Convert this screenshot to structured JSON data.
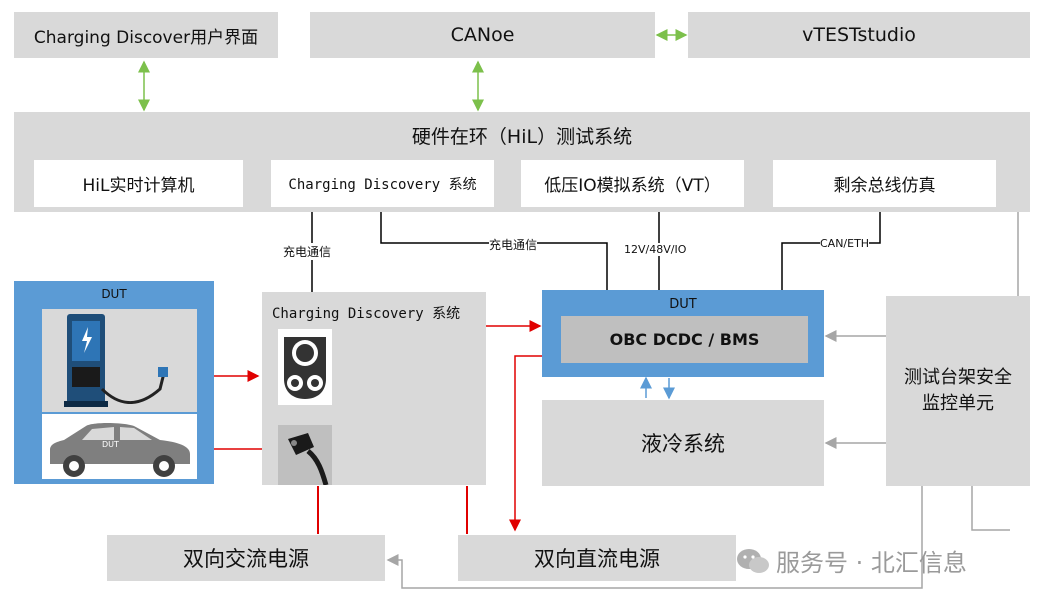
{
  "top": {
    "ui_label": "Charging Discover用户界面",
    "canoe_label": "CANoe",
    "vtest_label": "vTESTstudio"
  },
  "hil": {
    "title": "硬件在环（HiL）测试系统",
    "modules": [
      "HiL实时计算机",
      "Charging Discovery 系统",
      "低压IO模拟系统（VT）",
      "剩余总线仿真"
    ]
  },
  "connections": {
    "charge_comm_1": "充电通信",
    "charge_comm_2": "充电通信",
    "io": "12V/48V/IO",
    "can": "CAN/ETH"
  },
  "left_dut": {
    "label": "DUT",
    "car_label": "DUT"
  },
  "cd_system": {
    "title": "Charging Discovery 系统"
  },
  "center_dut": {
    "label": "DUT",
    "inner": "OBC DCDC / BMS"
  },
  "liquid": {
    "label": "液冷系统"
  },
  "safety": {
    "label_line1": "测试台架安全",
    "label_line2": "监控单元"
  },
  "power": {
    "ac": "双向交流电源",
    "dc": "双向直流电源"
  },
  "watermark": {
    "text": "服务号 · 北汇信息"
  },
  "colors": {
    "gray_box": "#d9d9d9",
    "blue": "#5b9bd5",
    "red_arrow": "#e00000",
    "green_arrow": "#7cc04b",
    "gray_arrow": "#a6a6a6"
  }
}
